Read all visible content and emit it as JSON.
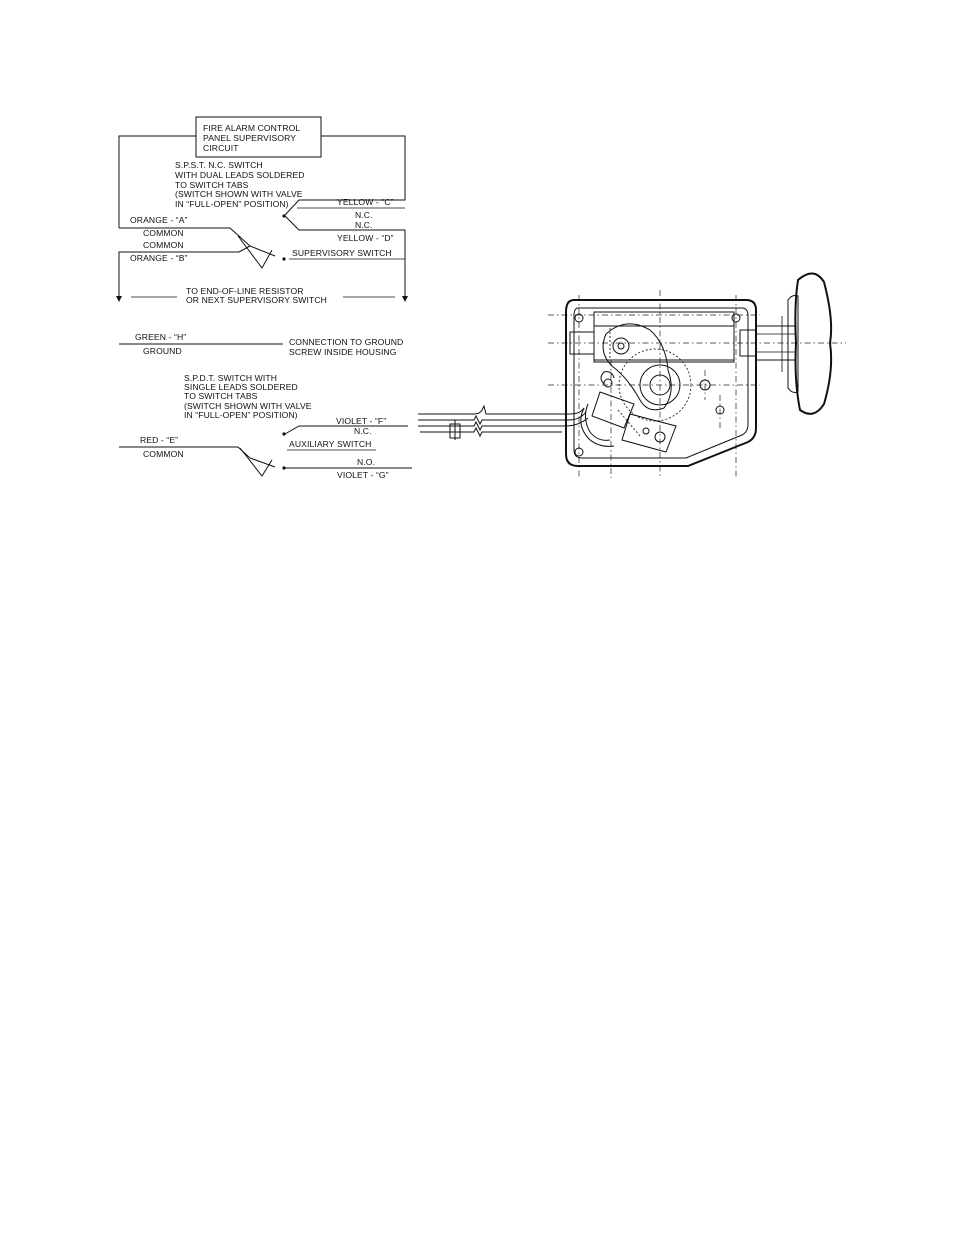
{
  "wiring": {
    "panel_label": [
      "FIRE ALARM CONTROL",
      "PANEL SUPERVISORY",
      "CIRCUIT"
    ],
    "spst_note": [
      "S.P.S.T. N.C. SWITCH",
      "WITH DUAL LEADS SOLDERED",
      "TO SWITCH TABS",
      "(SWITCH SHOWN WITH VALVE",
      "IN “FULL-OPEN” POSITION)"
    ],
    "yellow_c": "YELLOW - “C”",
    "nc_1": "N.C.",
    "nc_2": "N.C.",
    "yellow_d": "YELLOW - “D”",
    "orange_a": "ORANGE - “A”",
    "common_1": "COMMON",
    "common_2": "COMMON",
    "orange_b": "ORANGE - “B”",
    "supervisory_switch": "SUPERVISORY SWITCH",
    "eol_note": [
      "TO END-OF-LINE RESISTOR",
      "OR NEXT SUPERVISORY SWITCH"
    ],
    "green_h": "GREEN - “H”",
    "ground": "GROUND",
    "ground_note": [
      "CONNECTION TO GROUND",
      "SCREW INSIDE HOUSING"
    ],
    "spdt_note": [
      "S.P.D.T. SWITCH WITH",
      "SINGLE LEADS SOLDERED",
      "TO SWITCH TABS",
      "(SWITCH SHOWN WITH VALVE",
      "IN “FULL-OPEN” POSITION)"
    ],
    "violet_f": "VIOLET - “F”",
    "nc_3": "N.C.",
    "auxiliary_switch": "AUXILIARY SWITCH",
    "red_e": "RED - “E”",
    "common_3": "COMMON",
    "no": "N.O.",
    "violet_g": "VIOLET - “G”"
  }
}
